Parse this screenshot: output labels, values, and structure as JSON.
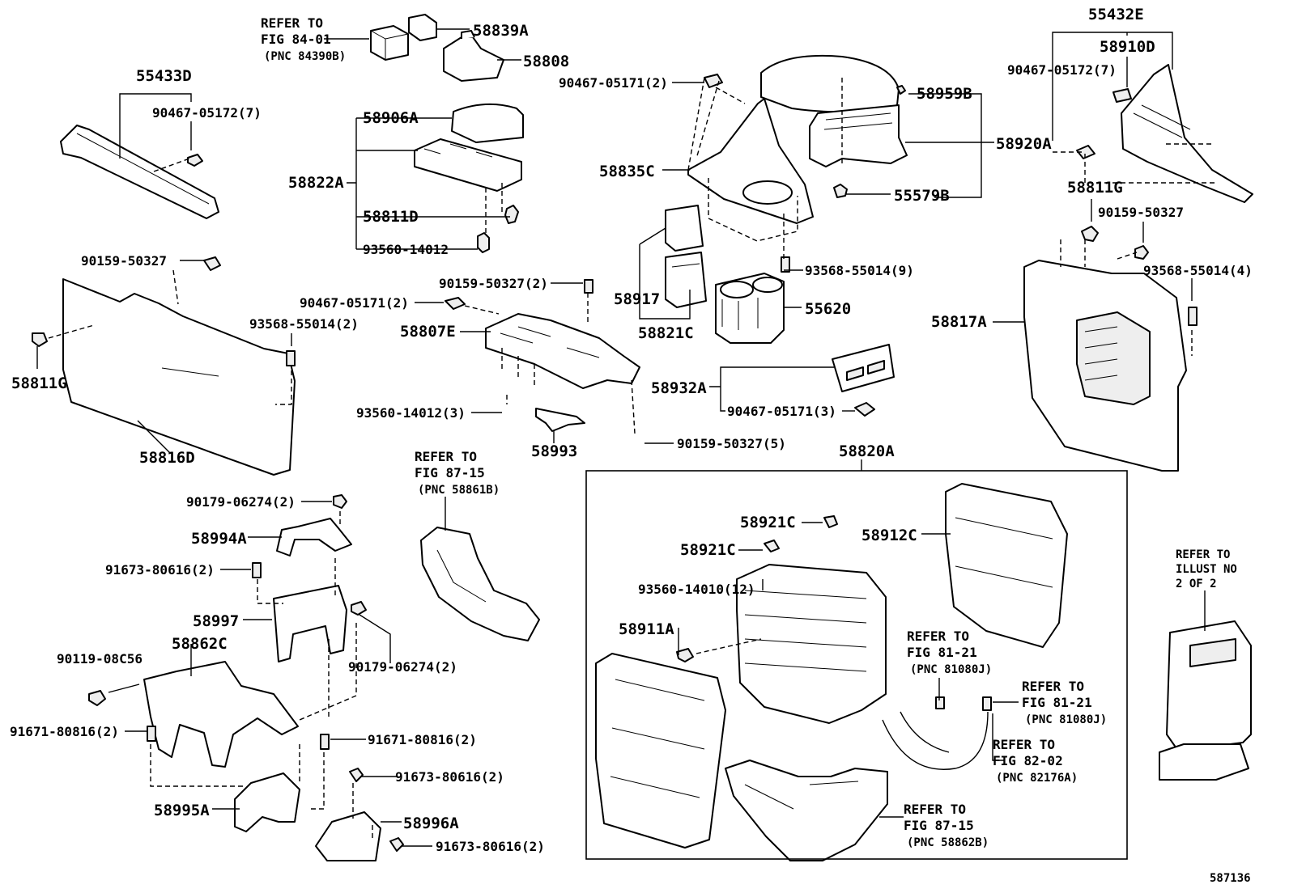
{
  "diagram_id": "587136",
  "labels": {
    "p55433D": "55433D",
    "p90467_05172_7_left": "90467-05172(7)",
    "ref84_l1": "REFER TO",
    "ref84_l2": "FIG 84-01",
    "ref84_l3": "(PNC 84390B)",
    "p58839A": "58839A",
    "p58808": "58808",
    "p58906A": "58906A",
    "p58822A": "58822A",
    "p58811D": "58811D",
    "p93560_14012": "93560-14012",
    "p90467_05171_2_top": "90467-05171(2)",
    "p58959B": "58959B",
    "p58920A": "58920A",
    "p58835C": "58835C",
    "p55579B": "55579B",
    "p55432E": "55432E",
    "p58910D": "58910D",
    "p90467_05172_7_right": "90467-05172(7)",
    "p58811G_right": "58811G",
    "p90159_50327_right": "90159-50327",
    "p93568_55014_4": "93568-55014(4)",
    "p58817A": "58817A",
    "p90159_50327_left": "90159-50327",
    "p93568_55014_2": "93568-55014(2)",
    "p58811G_left": "58811G",
    "p58816D": "58816D",
    "p90159_50327_2": "90159-50327(2)",
    "p90467_05171_2_mid": "90467-05171(2)",
    "p58807E": "58807E",
    "p93560_14012_3": "93560-14012(3)",
    "p58993": "58993",
    "p90159_50327_5": "90159-50327(5)",
    "p93568_55014_9": "93568-55014(9)",
    "p58917": "58917",
    "p58821C": "58821C",
    "p55620": "55620",
    "p58932A": "58932A",
    "p90467_05171_3": "90467-05171(3)",
    "p58820A": "58820A",
    "ref8715a_l1": "REFER TO",
    "ref8715a_l2": "FIG 87-15",
    "ref8715a_l3": "(PNC 58861B)",
    "p90179_06274_2_top": "90179-06274(2)",
    "p58994A": "58994A",
    "p91673_80616_2_a": "91673-80616(2)",
    "p58997": "58997",
    "p90179_06274_2_bot": "90179-06274(2)",
    "p90119_08C56": "90119-08C56",
    "p58862C": "58862C",
    "p91671_80816_2_left": "91671-80816(2)",
    "p91671_80816_2_right": "91671-80816(2)",
    "p91673_80616_2_b": "91673-80616(2)",
    "p58995A": "58995A",
    "p58996A": "58996A",
    "p91673_80616_2_c": "91673-80616(2)",
    "p58921C_a": "58921C",
    "p58921C_b": "58921C",
    "p58912C": "58912C",
    "p93560_14010_12": "93560-14010(12)",
    "p58911A": "58911A",
    "ref8121a_l1": "REFER TO",
    "ref8121a_l2": "FIG 81-21",
    "ref8121a_l3": "(PNC 81080J)",
    "ref8121b_l1": "REFER TO",
    "ref8121b_l2": "FIG 81-21",
    "ref8121b_l3": "(PNC 81080J)",
    "ref8202_l1": "REFER TO",
    "ref8202_l2": "FIG 82-02",
    "ref8202_l3": "(PNC 82176A)",
    "ref8715b_l1": "REFER TO",
    "ref8715b_l2": "FIG 87-15",
    "ref8715b_l3": "(PNC 58862B)",
    "illust_l1": "REFER TO",
    "illust_l2": "ILLUST NO",
    "illust_l3": "2 OF 2"
  }
}
